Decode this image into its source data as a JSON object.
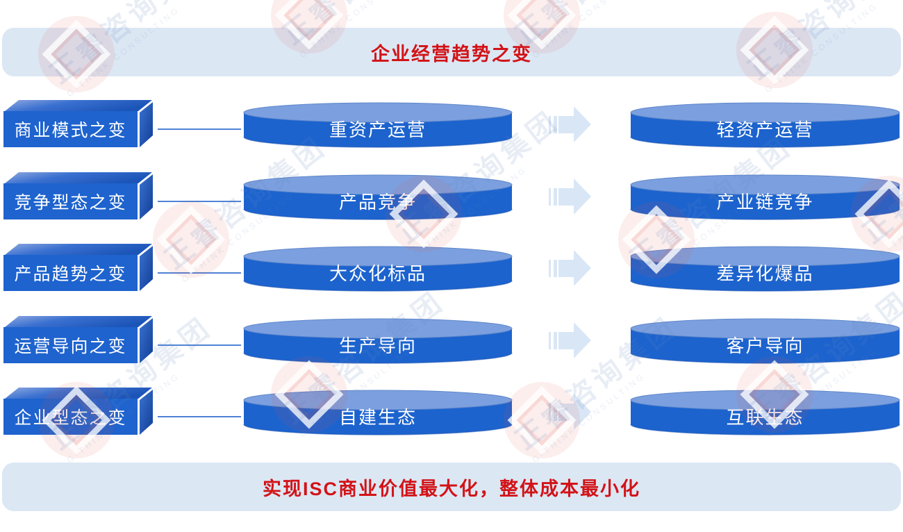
{
  "header": {
    "title": "企业经营趋势之变"
  },
  "footer": {
    "conclusion": "实现ISC商业价值最大化，整体成本最小化"
  },
  "rows": [
    {
      "category": "商业模式之变",
      "from": "重资产运营",
      "to": "轻资产运营"
    },
    {
      "category": "竞争型态之变",
      "from": "产品竞争",
      "to": "产业链竞争"
    },
    {
      "category": "产品趋势之变",
      "from": "大众化标品",
      "to": "差异化爆品"
    },
    {
      "category": "运营导向之变",
      "from": "生产导向",
      "to": "客户导向"
    },
    {
      "category": "企业型态之变",
      "from": "自建生态",
      "to": "互联生态"
    }
  ],
  "watermark": {
    "text": "正睿咨询集团",
    "subtext": "G-THINK CONSULTING"
  },
  "colors": {
    "primary_blue": "#1C63CE",
    "cylinder_top_blue": "#7CA0DF",
    "banner_bg": "#DCE7F4",
    "accent_red": "#D21317",
    "arrow_light_blue": "#D9E6F5",
    "connector_blue": "#4F82D6"
  }
}
